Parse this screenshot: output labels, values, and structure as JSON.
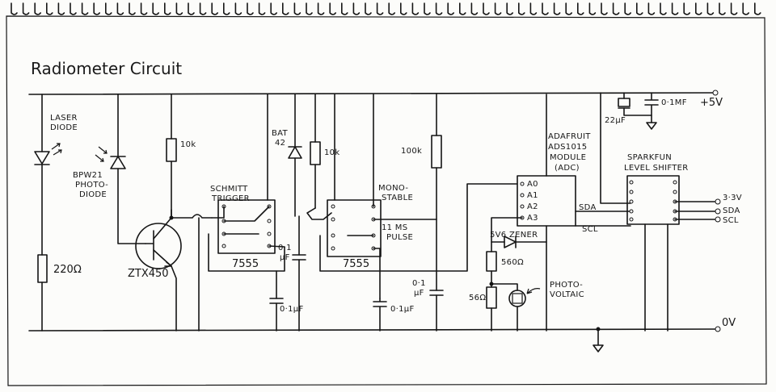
{
  "title": "Radiometer Circuit",
  "rails": {
    "supply": "+5V",
    "ground": "0V"
  },
  "components": {
    "laser": [
      "LASER",
      "DIODE"
    ],
    "photodiode": [
      "BPW21",
      "PHOTO-",
      "DIODE"
    ],
    "r_laser": "220Ω",
    "transistor": "ZTX450",
    "r_collector": "10k",
    "schmitt": [
      "SCHMITT",
      "TRIGGER"
    ],
    "ic1": "7555",
    "bat": [
      "BAT",
      "42"
    ],
    "r_bat": "10k",
    "cap1": [
      "0·1",
      "μF"
    ],
    "cap2": "0·1μF",
    "mono": [
      "MONO-",
      "STABLE"
    ],
    "pulse": [
      "11 MS",
      "PULSE"
    ],
    "ic2": "7555",
    "r_mono": "100k",
    "cap3": [
      "0·1",
      "μF"
    ],
    "cap4": "0·1μF",
    "adc": [
      "ADAFRUIT",
      "ADS1015",
      "MODULE",
      "(ADC)"
    ],
    "adc_pins": [
      "A0",
      "A1",
      "A2",
      "A3"
    ],
    "zener": "5V6 ZENER",
    "r_zener": "560Ω",
    "r_pv": "56Ω",
    "pv": [
      "PHOTO-",
      "VOLTAIC"
    ],
    "sda": "SDA",
    "scl": "SCL",
    "cap_22": "22μF",
    "cap_01": "0·1MF",
    "shifter": [
      "SPARKFUN",
      "LEVEL SHIFTER"
    ],
    "out_33": "3·3V",
    "out_sda": "SDA",
    "out_scl": "SCL"
  }
}
